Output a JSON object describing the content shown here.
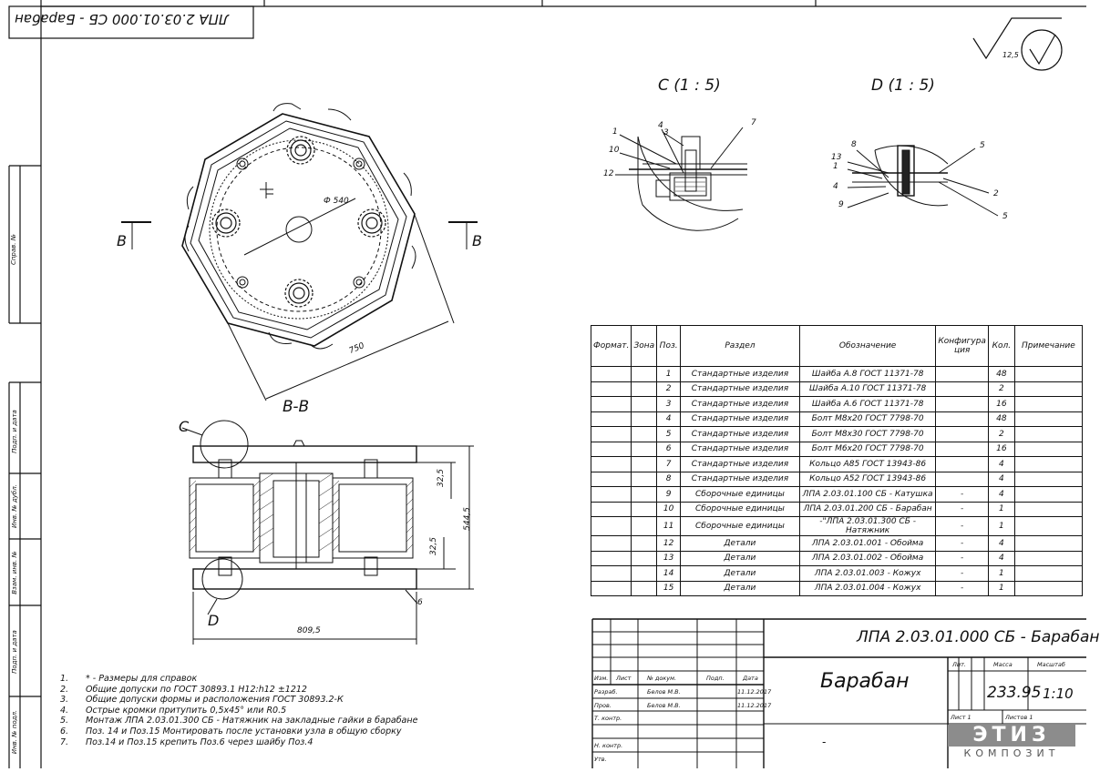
{
  "corner_stamp": "ЛПА 2.03.01.000 СБ - Барабан",
  "roughness": "12,5",
  "views": {
    "detail_c": "C (1 : 5)",
    "detail_d": "D (1 : 5)",
    "section": "B-B",
    "section_mark": "B",
    "mark_c": "C",
    "mark_d": "D"
  },
  "dimensions": {
    "diameter": "Ф 540",
    "width_top": "750",
    "width_bottom": "809,5",
    "height": "544,5",
    "d1": "32,5",
    "d2": "32,5"
  },
  "callouts_c": [
    "1",
    "4",
    "3",
    "7",
    "10",
    "12"
  ],
  "callouts_d": [
    "8",
    "5",
    "13",
    "1",
    "4",
    "9",
    "2",
    "5"
  ],
  "callout_6": "6",
  "side_labels": [
    "Справ. №",
    "Подп. и дата",
    "Инв. № дубл.",
    "Взам. инв. №",
    "Подп. и дата",
    "Инв. № подл."
  ],
  "spec": {
    "headers": [
      "Формат.",
      "Зона",
      "Поз.",
      "Раздел",
      "Обозначение",
      "Конфигура ция",
      "Кол.",
      "Примечание"
    ],
    "rows": [
      {
        "pos": "1",
        "section": "Стандартные изделия",
        "designation": "Шайба А.8 ГОСТ 11371-78",
        "config": "",
        "qty": "48"
      },
      {
        "pos": "2",
        "section": "Стандартные изделия",
        "designation": "Шайба А.10 ГОСТ 11371-78",
        "config": "",
        "qty": "2"
      },
      {
        "pos": "3",
        "section": "Стандартные изделия",
        "designation": "Шайба А.6 ГОСТ 11371-78",
        "config": "",
        "qty": "16"
      },
      {
        "pos": "4",
        "section": "Стандартные изделия",
        "designation": "Болт М8х20 ГОСТ 7798-70",
        "config": "",
        "qty": "48"
      },
      {
        "pos": "5",
        "section": "Стандартные изделия",
        "designation": "Болт М8х30 ГОСТ 7798-70",
        "config": "",
        "qty": "2"
      },
      {
        "pos": "6",
        "section": "Стандартные изделия",
        "designation": "Болт М6х20 ГОСТ 7798-70",
        "config": "",
        "qty": "16"
      },
      {
        "pos": "7",
        "section": "Стандартные изделия",
        "designation": "Кольцо А85 ГОСТ 13943-86",
        "config": "",
        "qty": "4"
      },
      {
        "pos": "8",
        "section": "Стандартные изделия",
        "designation": "Кольцо А52 ГОСТ 13943-86",
        "config": "",
        "qty": "4"
      },
      {
        "pos": "9",
        "section": "Сборочные единицы",
        "designation": "ЛПА 2.03.01.100 СБ - Катушка",
        "config": "-",
        "qty": "4"
      },
      {
        "pos": "10",
        "section": "Сборочные единицы",
        "designation": "ЛПА 2.03.01.200 СБ - Барабан",
        "config": "-",
        "qty": "1"
      },
      {
        "pos": "11",
        "section": "Сборочные единицы",
        "designation": "-\"ЛПА 2.03.01.300 СБ - Натяжник",
        "config": "-",
        "qty": "1"
      },
      {
        "pos": "12",
        "section": "Детали",
        "designation": "ЛПА 2.03.01.001 - Обойма",
        "config": "-",
        "qty": "4"
      },
      {
        "pos": "13",
        "section": "Детали",
        "designation": "ЛПА 2.03.01.002 - Обойма",
        "config": "-",
        "qty": "4"
      },
      {
        "pos": "14",
        "section": "Детали",
        "designation": "ЛПА 2.03.01.003 - Кожух",
        "config": "-",
        "qty": "1"
      },
      {
        "pos": "15",
        "section": "Детали",
        "designation": "ЛПА 2.03.01.004 - Кожух",
        "config": "-",
        "qty": "1"
      }
    ]
  },
  "notes": [
    {
      "n": "1.",
      "text": "* - Размеры для справок"
    },
    {
      "n": "2.",
      "text": "Общие допуски по ГОСТ 30893.1 H12:h12 ±1212"
    },
    {
      "n": "3.",
      "text": "Общие допуски формы и расположения ГОСТ 30893.2-К"
    },
    {
      "n": "4.",
      "text": "Острые кромки притупить 0,5х45° или R0.5"
    },
    {
      "n": "5.",
      "text": "Монтаж ЛПА 2.03.01.300 СБ - Натяжник на закладные гайки в барабане"
    },
    {
      "n": "6.",
      "text": "Поз. 14 и Поз.15 Монтировать после установки узла в общую сборку"
    },
    {
      "n": "7.",
      "text": "Поз.14 и Поз.15 крепить Поз.6 через шайбу Поз.4"
    }
  ],
  "title_block": {
    "designation": "ЛПА 2.03.01.000 СБ - Барабан",
    "name": "Барабан",
    "dash": "-",
    "mass": "233.95",
    "scale": "1:10",
    "col_lit": "Лит.",
    "col_mass": "Масса",
    "col_scale": "Масштаб",
    "sheet": "Лист 1",
    "sheets": "Листов 1",
    "izm": "Изм.",
    "list": "Лист",
    "doc": "№ докум.",
    "podp": "Подп.",
    "date": "Дата",
    "razrab": "Разраб.",
    "prov": "Пров.",
    "tkontr": "Т. контр.",
    "nkontr": "Н. контр.",
    "utv": "Утв.",
    "razrab_name": "Белов М.В.",
    "prov_name": "Белов М.В.",
    "razrab_date": "11.12.2017",
    "prov_date": "11.12.2017"
  },
  "logo": {
    "top": "ЭТИЗ",
    "bottom": "КОМПОЗИТ"
  },
  "colors": {
    "line": "#111111",
    "logo_bg": "#8c8c8c"
  }
}
